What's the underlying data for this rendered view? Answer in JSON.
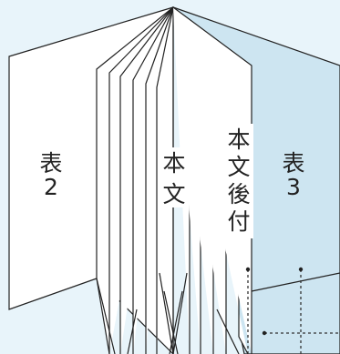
{
  "colors": {
    "background": "#e8f4fa",
    "back_cover_fill": "#cde5f1",
    "page_fill": "#ffffff",
    "stroke": "#222222",
    "dash": "#333333"
  },
  "labels": {
    "cover2": [
      "表",
      "2"
    ],
    "body": [
      "本",
      "文"
    ],
    "back_matter": [
      "本",
      "文",
      "後",
      "付"
    ],
    "cover3": [
      "表",
      "3"
    ]
  }
}
